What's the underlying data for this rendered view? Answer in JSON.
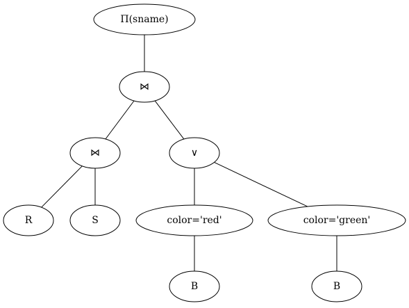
{
  "diagram": {
    "nodes": [
      {
        "id": "proj",
        "label": "Π(sname)"
      },
      {
        "id": "join1",
        "label": "⋈"
      },
      {
        "id": "join2",
        "label": "⋈"
      },
      {
        "id": "or",
        "label": "∨"
      },
      {
        "id": "r",
        "label": "R"
      },
      {
        "id": "s",
        "label": "S"
      },
      {
        "id": "red",
        "label": "color='red'"
      },
      {
        "id": "green",
        "label": "color='green'"
      },
      {
        "id": "b1",
        "label": "B"
      },
      {
        "id": "b2",
        "label": "B"
      }
    ],
    "edges": [
      {
        "from": "proj",
        "to": "join1"
      },
      {
        "from": "join1",
        "to": "join2"
      },
      {
        "from": "join1",
        "to": "or"
      },
      {
        "from": "join2",
        "to": "r"
      },
      {
        "from": "join2",
        "to": "s"
      },
      {
        "from": "or",
        "to": "red"
      },
      {
        "from": "or",
        "to": "green"
      },
      {
        "from": "red",
        "to": "b1"
      },
      {
        "from": "green",
        "to": "b2"
      }
    ]
  }
}
